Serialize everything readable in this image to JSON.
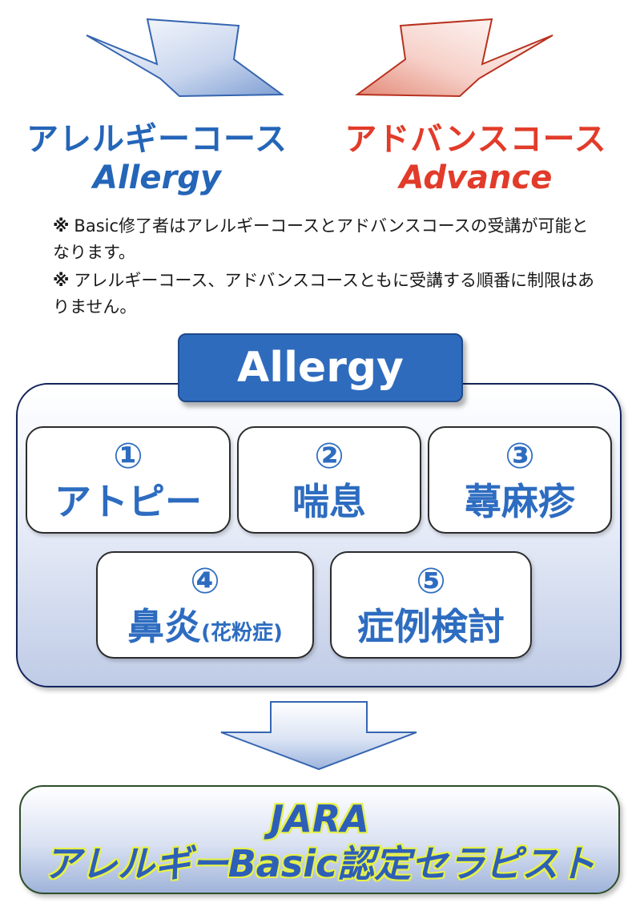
{
  "colors": {
    "blue_accent": "#2465b8",
    "red_accent": "#e23b2a",
    "panel_tab_blue": "#2f6bbd",
    "card_text_blue": "#2d6cc0",
    "final_outline_yellow": "#e6f14a"
  },
  "courses": {
    "allergy": {
      "jp": "アレルギーコース",
      "en": "Allergy"
    },
    "advance": {
      "jp": "アドバンスコース",
      "en": "Advance"
    }
  },
  "notes": [
    {
      "mark": "※",
      "text": "Basic修了者はアレルギーコースとアドバンスコースの受講が可能となります。"
    },
    {
      "mark": "※",
      "text": "アレルギーコース、アドバンスコースともに受講する順番に制限はありません。"
    }
  ],
  "allergy_panel": {
    "title": "Allergy",
    "items": [
      {
        "num": "①",
        "label": "アトピー",
        "suffix": ""
      },
      {
        "num": "②",
        "label": "喘息",
        "suffix": ""
      },
      {
        "num": "③",
        "label": "蕁麻疹",
        "suffix": ""
      },
      {
        "num": "④",
        "label": "鼻炎",
        "suffix": "(花粉症)"
      },
      {
        "num": "⑤",
        "label": "症例検討",
        "suffix": ""
      }
    ]
  },
  "final": {
    "line1": "JARA",
    "line2": "アレルギーBasic認定セラピスト"
  }
}
